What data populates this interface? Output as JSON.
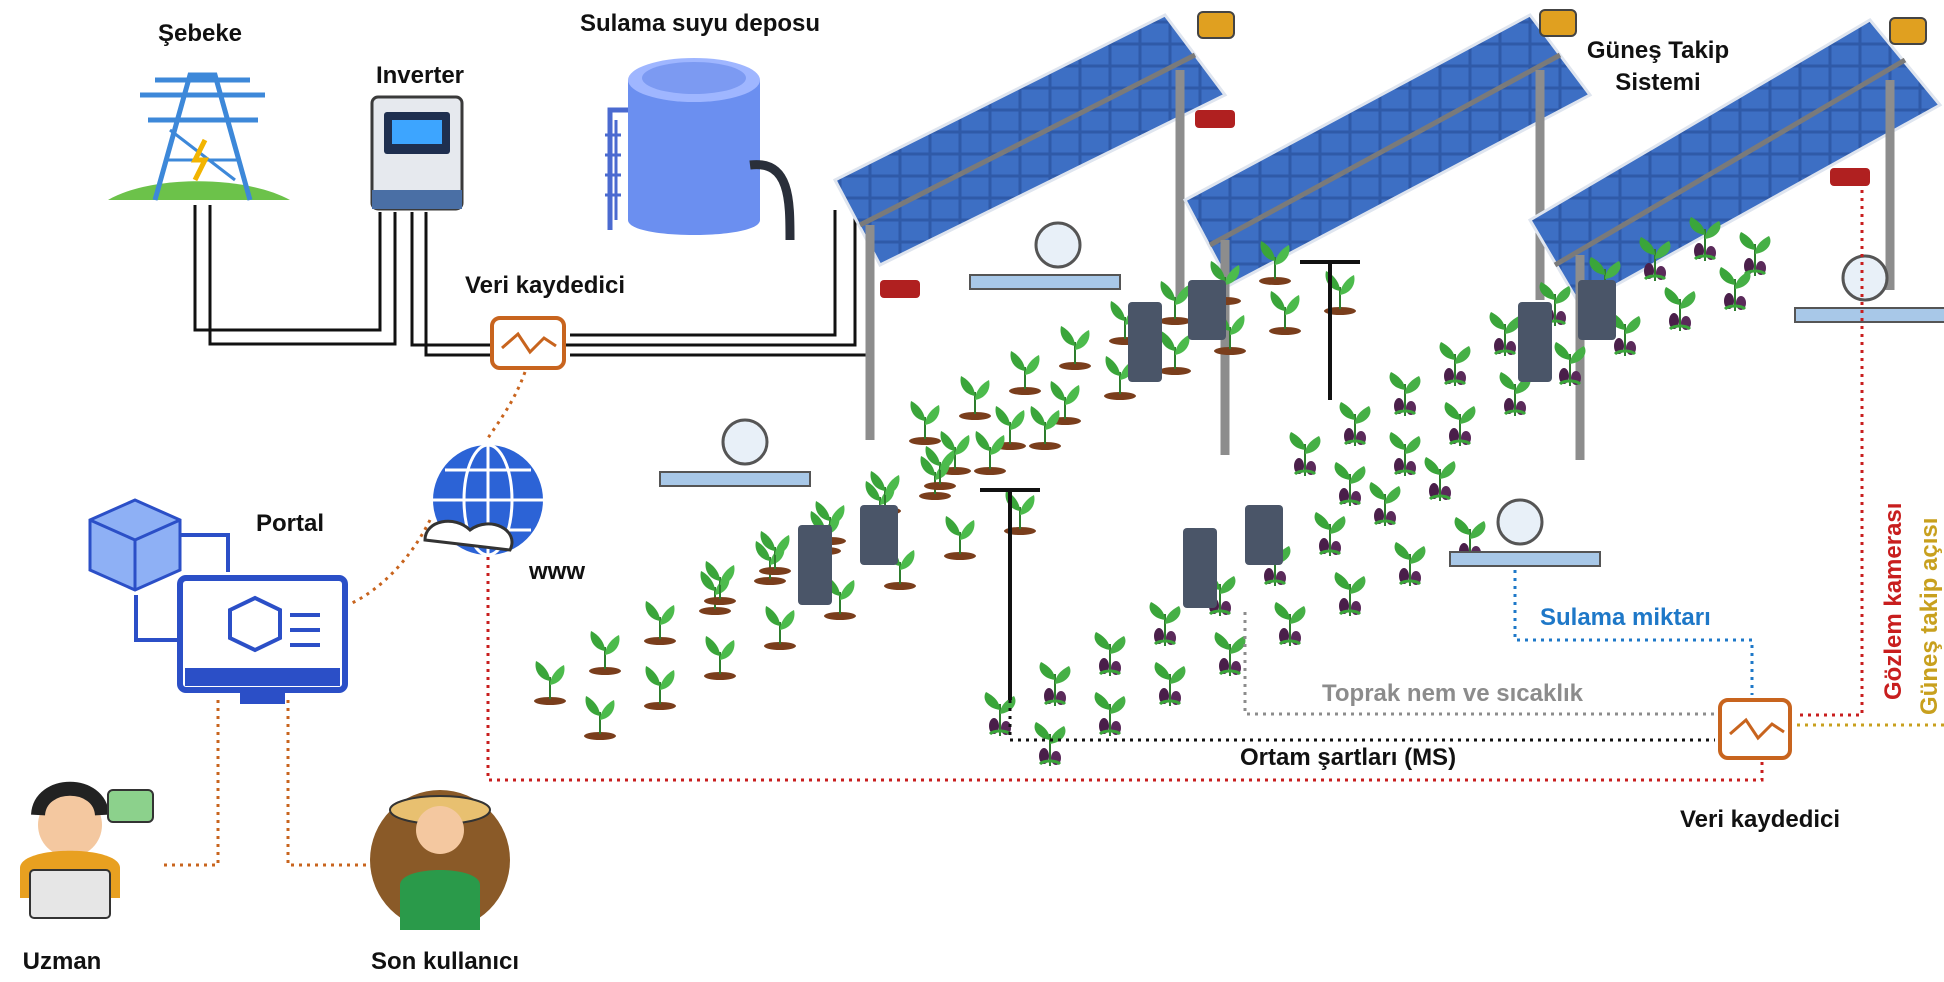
{
  "labels": {
    "grid": "Şebeke",
    "inverter": "Inverter",
    "tank": "Sulama suyu deposu",
    "tracker": "Güneş Takip\nSistemi",
    "logger_top": "Veri kaydedici",
    "portal": "Portal",
    "www": "www",
    "expert": "Uzman",
    "end_user": "Son kullanıcı",
    "irrigation_amount": "Sulama miktarı",
    "soil": "Toprak nem ve sıcaklık",
    "ambient": "Ortam şartları (MS)",
    "logger_bottom": "Veri kaydedici",
    "camera": "Gözlem kamerası",
    "tracking_angle": "Güneş takip açısı"
  },
  "colors": {
    "panel": "#2f5aa8",
    "wire": "#111111",
    "logger": "#c8641e",
    "portal": "#2b4fc7",
    "blue_line": "#1e78c8",
    "red_line": "#c81e1e",
    "gold_line": "#c8a01e",
    "gray_text": "#8c8c8c",
    "leaf": "#3aa53a",
    "soil": "#7a3e1c",
    "eggplant": "#4a1f4a"
  },
  "icons": [
    "transmission-tower-icon",
    "inverter-icon",
    "water-tank-icon",
    "solar-panel-icon",
    "tracker-motor-icon",
    "camera-icon",
    "data-logger-icon",
    "globe-icon",
    "computer-icon",
    "cube-icon",
    "expert-icon",
    "farmer-icon",
    "flow-meter-icon",
    "soil-sensor-icon",
    "weather-station-icon"
  ]
}
